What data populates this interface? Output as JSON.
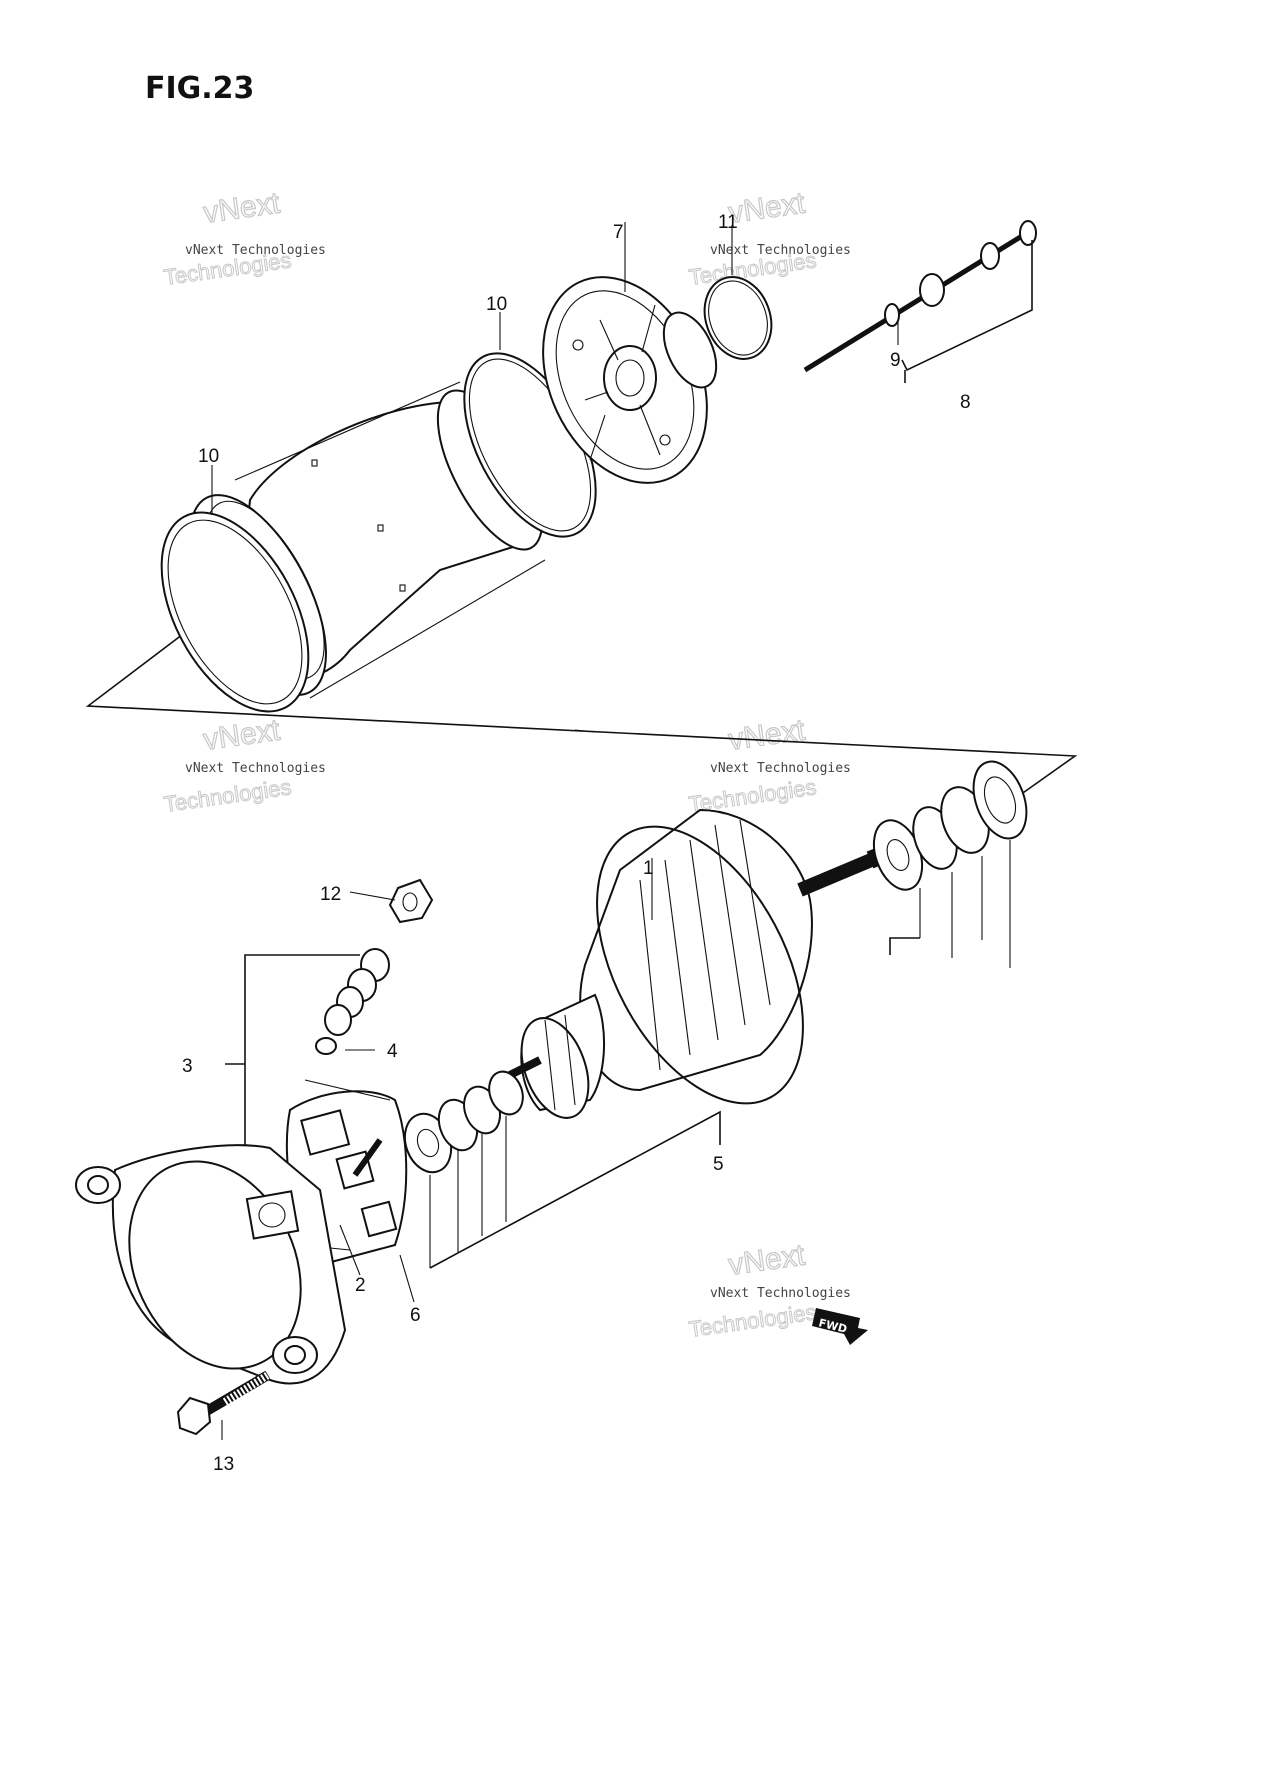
{
  "figure": {
    "title": "FIG.23"
  },
  "callouts": [
    "1",
    "2",
    "3",
    "4",
    "5",
    "6",
    "7",
    "8",
    "9",
    "10",
    "10",
    "11",
    "12",
    "13"
  ],
  "watermark": {
    "line1": "vNext Technologies",
    "line2": "vNext",
    "line3": "Technologies"
  },
  "direction_badge": "FWD"
}
